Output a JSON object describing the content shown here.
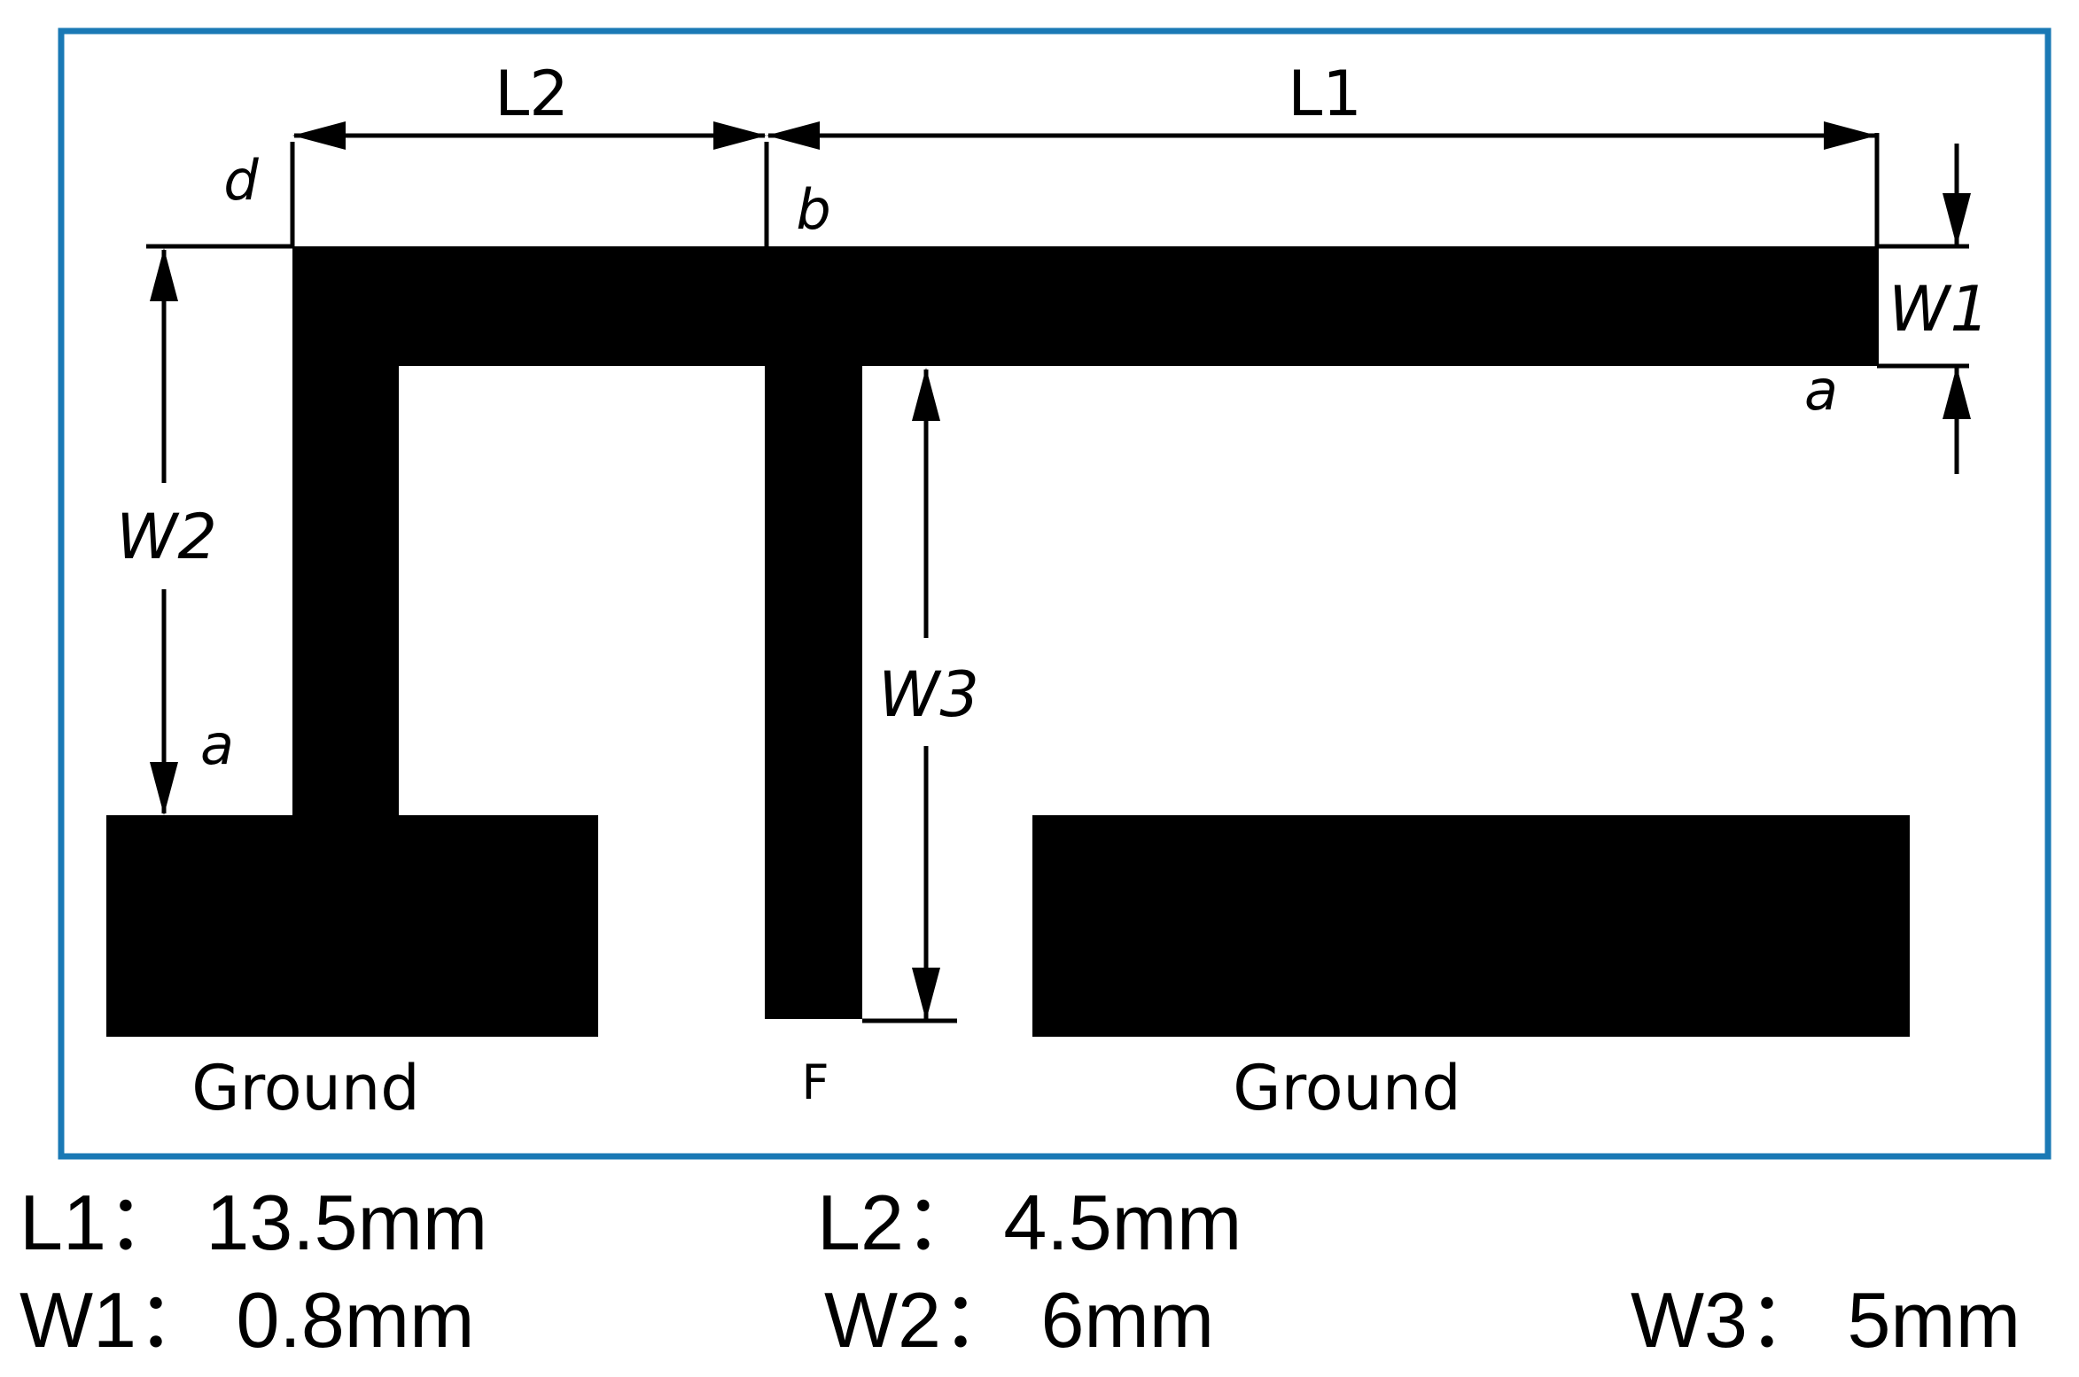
{
  "colors": {
    "frame": "#1a79b5",
    "trace": "#000000",
    "background": "#ffffff"
  },
  "labels": {
    "L1": "L1",
    "L2": "L2",
    "W1": "W1",
    "W2": "W2",
    "W3": "W3",
    "a": "a",
    "b": "b",
    "d": "d",
    "feed": "F",
    "ground_left": "Ground",
    "ground_right": "Ground"
  },
  "specs": [
    {
      "name": "L1",
      "text": "L1：  13.5mm"
    },
    {
      "name": "L2",
      "text": "L2：  4.5mm"
    },
    {
      "name": "W1",
      "text": "W1：  0.8mm"
    },
    {
      "name": "W2",
      "text": "W2：  6mm"
    },
    {
      "name": "W3",
      "text": "W3：  5mm"
    }
  ]
}
